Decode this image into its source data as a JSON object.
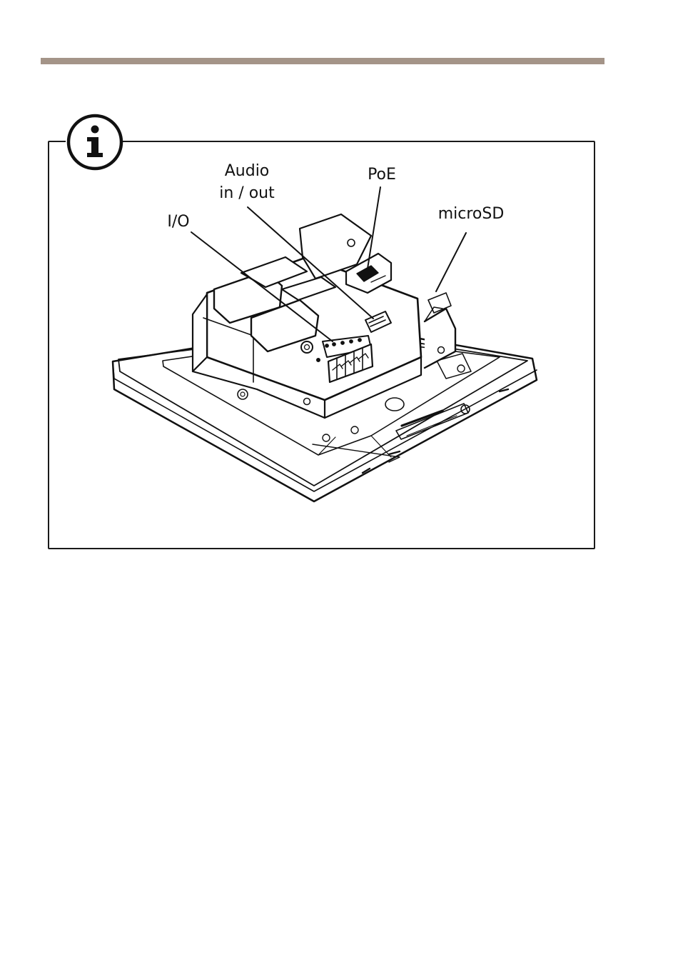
{
  "callouts": {
    "audio_line1": "Audio",
    "audio_line2": "in / out",
    "poe": "PoE",
    "microsd": "microSD",
    "io": "I/O"
  },
  "info_icon": {
    "name": "info-icon",
    "glyph": "i"
  },
  "colors": {
    "rule": "#a49488",
    "line": "#111111"
  }
}
